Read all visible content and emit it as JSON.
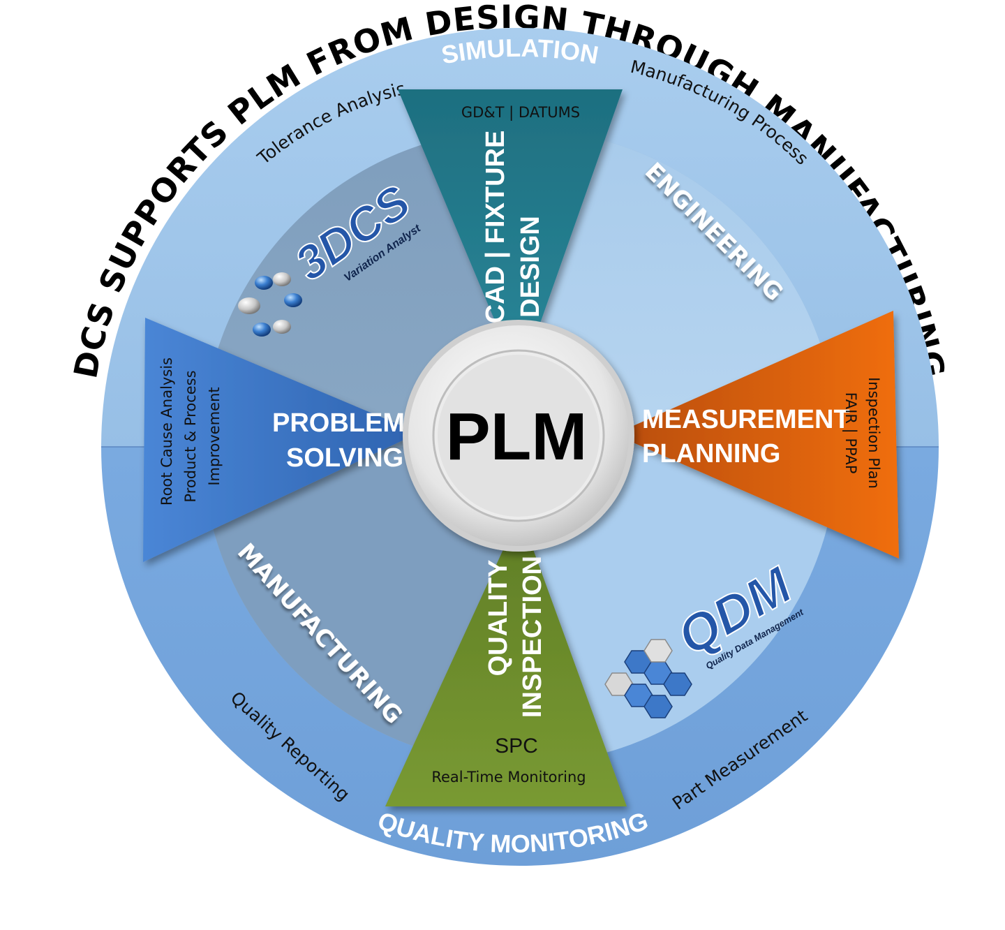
{
  "title_arc": "DCS   SUPPORTS   PLM   FROM   DESIGN   THROUGH   MANUFACTURING",
  "center": {
    "label": "PLM"
  },
  "ring": {
    "top": "SIMULATION",
    "bottom": "QUALITY MONITORING",
    "tolerance": "Tolerance Analysis",
    "manufacturing_process": "Manufacturing Process",
    "quality_reporting": "Quality Reporting",
    "part_measurement": "Part Measurement"
  },
  "quadrants": {
    "engineering": "ENGINEERING",
    "manufacturing": "MANUFACTURING"
  },
  "segments": {
    "cad": {
      "line1": "CAD  |  FIXTURE",
      "line2": "DESIGN",
      "sub": "GD&T  |  DATUMS"
    },
    "measurement": {
      "line1": "MEASUREMENT",
      "line2": "PLANNING",
      "sub1": "Inspection Plan",
      "sub2": "FAIR  |  PPAP"
    },
    "quality": {
      "line1": "QUALITY",
      "line2": "INSPECTION",
      "sub1": "SPC",
      "sub2": "Real-Time Monitoring"
    },
    "problem": {
      "line1": "PROBLEM",
      "line2": "SOLVING",
      "sub1": "Root Cause Analysis",
      "sub2": "Product & Process",
      "sub3": "Improvement"
    }
  },
  "logos": {
    "dcs": {
      "main": "3DCS",
      "sub": "Variation Analyst"
    },
    "qdm": {
      "main": "QDM",
      "sub": "Quality Data Management"
    }
  },
  "colors": {
    "cad": "#217b8c",
    "measurement": "#e0620c",
    "quality": "#6b8a2c",
    "problem": "#3f7ac9",
    "ring_light": "#9fc4e8",
    "ring_dark": "#6f9fd6"
  }
}
